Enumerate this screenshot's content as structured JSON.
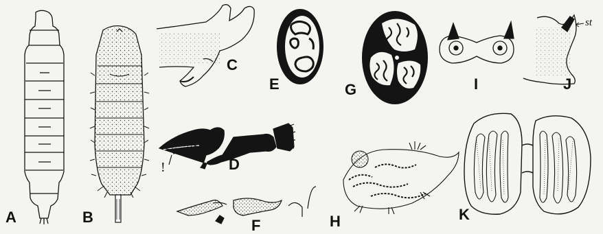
{
  "figure": {
    "panels": [
      {
        "id": "A",
        "label": "A"
      },
      {
        "id": "B",
        "label": "B"
      },
      {
        "id": "C",
        "label": "C"
      },
      {
        "id": "D",
        "label": "D"
      },
      {
        "id": "E",
        "label": "E"
      },
      {
        "id": "F",
        "label": "F"
      },
      {
        "id": "G",
        "label": "G"
      },
      {
        "id": "H",
        "label": "H"
      },
      {
        "id": "I",
        "label": "I"
      },
      {
        "id": "J",
        "label": "J"
      },
      {
        "id": "K",
        "label": "K"
      }
    ],
    "annotations": {
      "st": "st",
      "exclamation": "!"
    },
    "colors": {
      "ink": "#141414",
      "paper": "#f4f4f1"
    }
  }
}
